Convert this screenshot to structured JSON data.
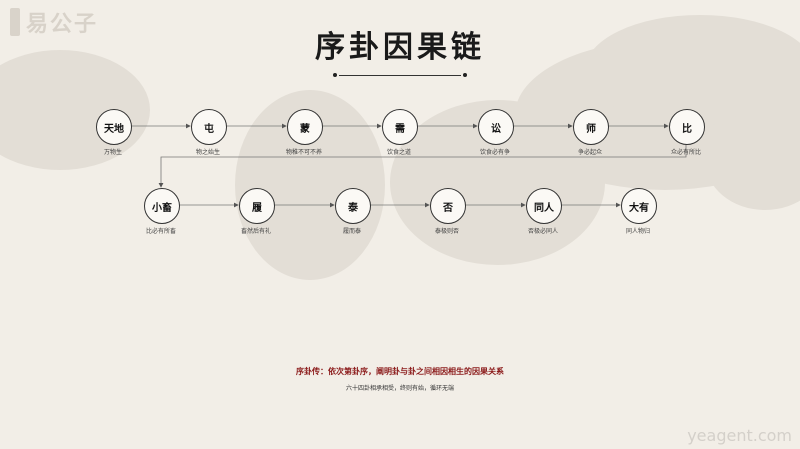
{
  "brand": {
    "logo_text": "易公子"
  },
  "title": "序卦因果链",
  "row1": [
    {
      "name": "天地",
      "sub": "万物生"
    },
    {
      "name": "屯",
      "sub": "物之始生"
    },
    {
      "name": "蒙",
      "sub": "物稚不可不养"
    },
    {
      "name": "需",
      "sub": "饮食之道"
    },
    {
      "name": "讼",
      "sub": "饮食必有争"
    },
    {
      "name": "师",
      "sub": "争必起众"
    },
    {
      "name": "比",
      "sub": "众必有所比"
    }
  ],
  "row2": [
    {
      "name": "小畜",
      "sub": "比必有所畜"
    },
    {
      "name": "履",
      "sub": "畜然后有礼"
    },
    {
      "name": "泰",
      "sub": "履而泰"
    },
    {
      "name": "否",
      "sub": "泰极则否"
    },
    {
      "name": "同人",
      "sub": "否极必同人"
    },
    {
      "name": "大有",
      "sub": "同人物归"
    }
  ],
  "note": "序卦传：依次第卦序，阐明卦与卦之间相因相生的因果关系",
  "note2": "六十四卦相承相受，终则有始，循环无端",
  "watermark": "yeagent.com",
  "colors": {
    "background": "#f2eee7",
    "note": "#8b1a1a",
    "line": "#555555"
  }
}
